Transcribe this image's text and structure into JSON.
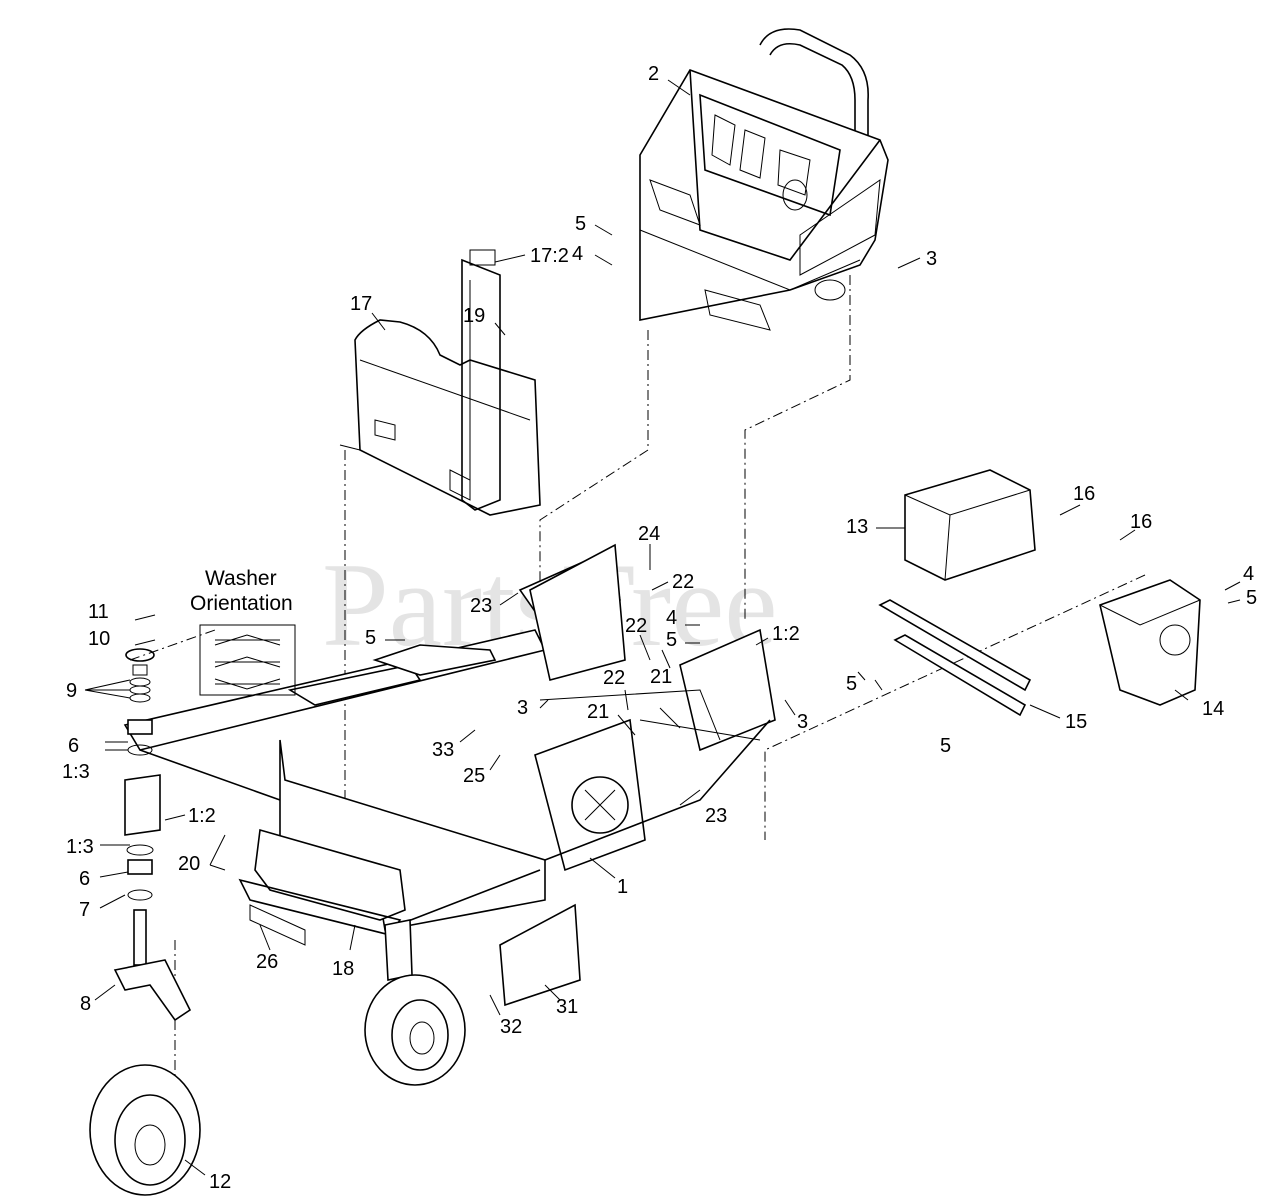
{
  "watermark": "PartsTree",
  "caption": {
    "line1": "Washer",
    "line2": "Orientation"
  },
  "callouts": [
    {
      "id": "c2",
      "text": "2"
    },
    {
      "id": "c5a",
      "text": "5"
    },
    {
      "id": "c4a",
      "text": "4"
    },
    {
      "id": "c3a",
      "text": "3"
    },
    {
      "id": "c17",
      "text": "17"
    },
    {
      "id": "c19",
      "text": "19"
    },
    {
      "id": "c172",
      "text": "17:2"
    },
    {
      "id": "c16a",
      "text": "16"
    },
    {
      "id": "c16b",
      "text": "16"
    },
    {
      "id": "c13",
      "text": "13"
    },
    {
      "id": "c4b",
      "text": "4"
    },
    {
      "id": "c5b",
      "text": "5"
    },
    {
      "id": "c24",
      "text": "24"
    },
    {
      "id": "c22a",
      "text": "22"
    },
    {
      "id": "c23a",
      "text": "23"
    },
    {
      "id": "c11",
      "text": "11"
    },
    {
      "id": "c10",
      "text": "10"
    },
    {
      "id": "c5c",
      "text": "5"
    },
    {
      "id": "c4c",
      "text": "4"
    },
    {
      "id": "c5d",
      "text": "5"
    },
    {
      "id": "c22b",
      "text": "22"
    },
    {
      "id": "c12a",
      "text": "1:2"
    },
    {
      "id": "c9",
      "text": "9"
    },
    {
      "id": "c21a",
      "text": "21"
    },
    {
      "id": "c5e",
      "text": "5"
    },
    {
      "id": "c14",
      "text": "14"
    },
    {
      "id": "c3b",
      "text": "3"
    },
    {
      "id": "c22c",
      "text": "22"
    },
    {
      "id": "c3c",
      "text": "3"
    },
    {
      "id": "c15",
      "text": "15"
    },
    {
      "id": "c6a",
      "text": "6"
    },
    {
      "id": "c21b",
      "text": "21"
    },
    {
      "id": "c5f",
      "text": "5"
    },
    {
      "id": "c13a",
      "text": "1:3"
    },
    {
      "id": "c33",
      "text": "33"
    },
    {
      "id": "c25",
      "text": "25"
    },
    {
      "id": "c12b",
      "text": "1:2"
    },
    {
      "id": "c23b",
      "text": "23"
    },
    {
      "id": "c13b",
      "text": "1:3"
    },
    {
      "id": "c20",
      "text": "20"
    },
    {
      "id": "c1",
      "text": "1"
    },
    {
      "id": "c6b",
      "text": "6"
    },
    {
      "id": "c7",
      "text": "7"
    },
    {
      "id": "c26",
      "text": "26"
    },
    {
      "id": "c18",
      "text": "18"
    },
    {
      "id": "c8",
      "text": "8"
    },
    {
      "id": "c31",
      "text": "31"
    },
    {
      "id": "c32",
      "text": "32"
    },
    {
      "id": "c12",
      "text": "12"
    }
  ]
}
